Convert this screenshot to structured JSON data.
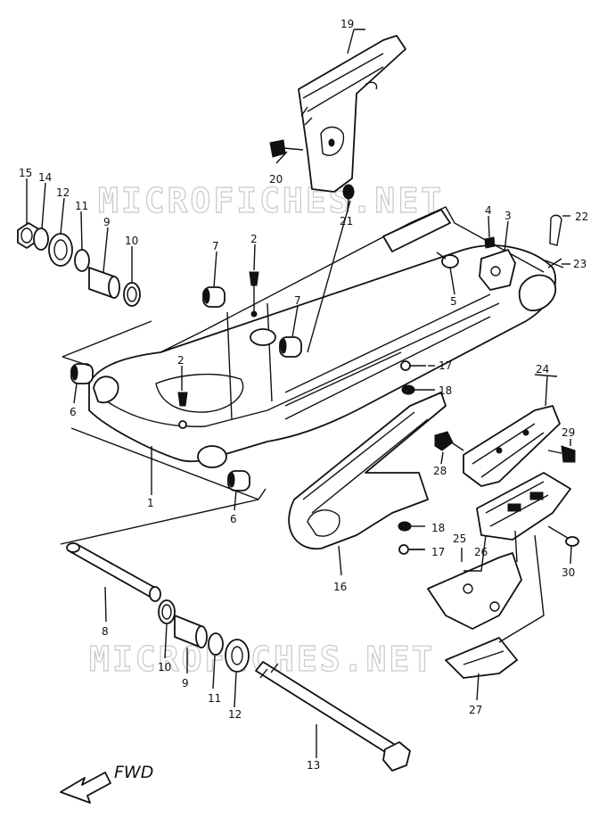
{
  "watermark": {
    "text": "MICROFICHES.NET"
  },
  "direction": {
    "label": "FWD"
  },
  "callouts": [
    {
      "id": "c1",
      "text": "1"
    },
    {
      "id": "c2a",
      "text": "2"
    },
    {
      "id": "c2b",
      "text": "2"
    },
    {
      "id": "c3",
      "text": "3"
    },
    {
      "id": "c4",
      "text": "4"
    },
    {
      "id": "c5",
      "text": "5"
    },
    {
      "id": "c6a",
      "text": "6"
    },
    {
      "id": "c6b",
      "text": "6"
    },
    {
      "id": "c7a",
      "text": "7"
    },
    {
      "id": "c7b",
      "text": "7"
    },
    {
      "id": "c8",
      "text": "8"
    },
    {
      "id": "c9a",
      "text": "9"
    },
    {
      "id": "c9b",
      "text": "9"
    },
    {
      "id": "c10a",
      "text": "10"
    },
    {
      "id": "c10b",
      "text": "10"
    },
    {
      "id": "c11a",
      "text": "11"
    },
    {
      "id": "c11b",
      "text": "11"
    },
    {
      "id": "c12a",
      "text": "12"
    },
    {
      "id": "c12b",
      "text": "12"
    },
    {
      "id": "c13",
      "text": "13"
    },
    {
      "id": "c14",
      "text": "14"
    },
    {
      "id": "c15",
      "text": "15"
    },
    {
      "id": "c16",
      "text": "16"
    },
    {
      "id": "c17a",
      "text": "17"
    },
    {
      "id": "c17b",
      "text": "17"
    },
    {
      "id": "c18a",
      "text": "18"
    },
    {
      "id": "c18b",
      "text": "18"
    },
    {
      "id": "c19",
      "text": "19"
    },
    {
      "id": "c20",
      "text": "20"
    },
    {
      "id": "c21",
      "text": "21"
    },
    {
      "id": "c22",
      "text": "22"
    },
    {
      "id": "c23",
      "text": "23"
    },
    {
      "id": "c24",
      "text": "24"
    },
    {
      "id": "c25",
      "text": "25"
    },
    {
      "id": "c26",
      "text": "26"
    },
    {
      "id": "c27",
      "text": "27"
    },
    {
      "id": "c28",
      "text": "28"
    },
    {
      "id": "c29",
      "text": "29"
    },
    {
      "id": "c30",
      "text": "30"
    }
  ]
}
